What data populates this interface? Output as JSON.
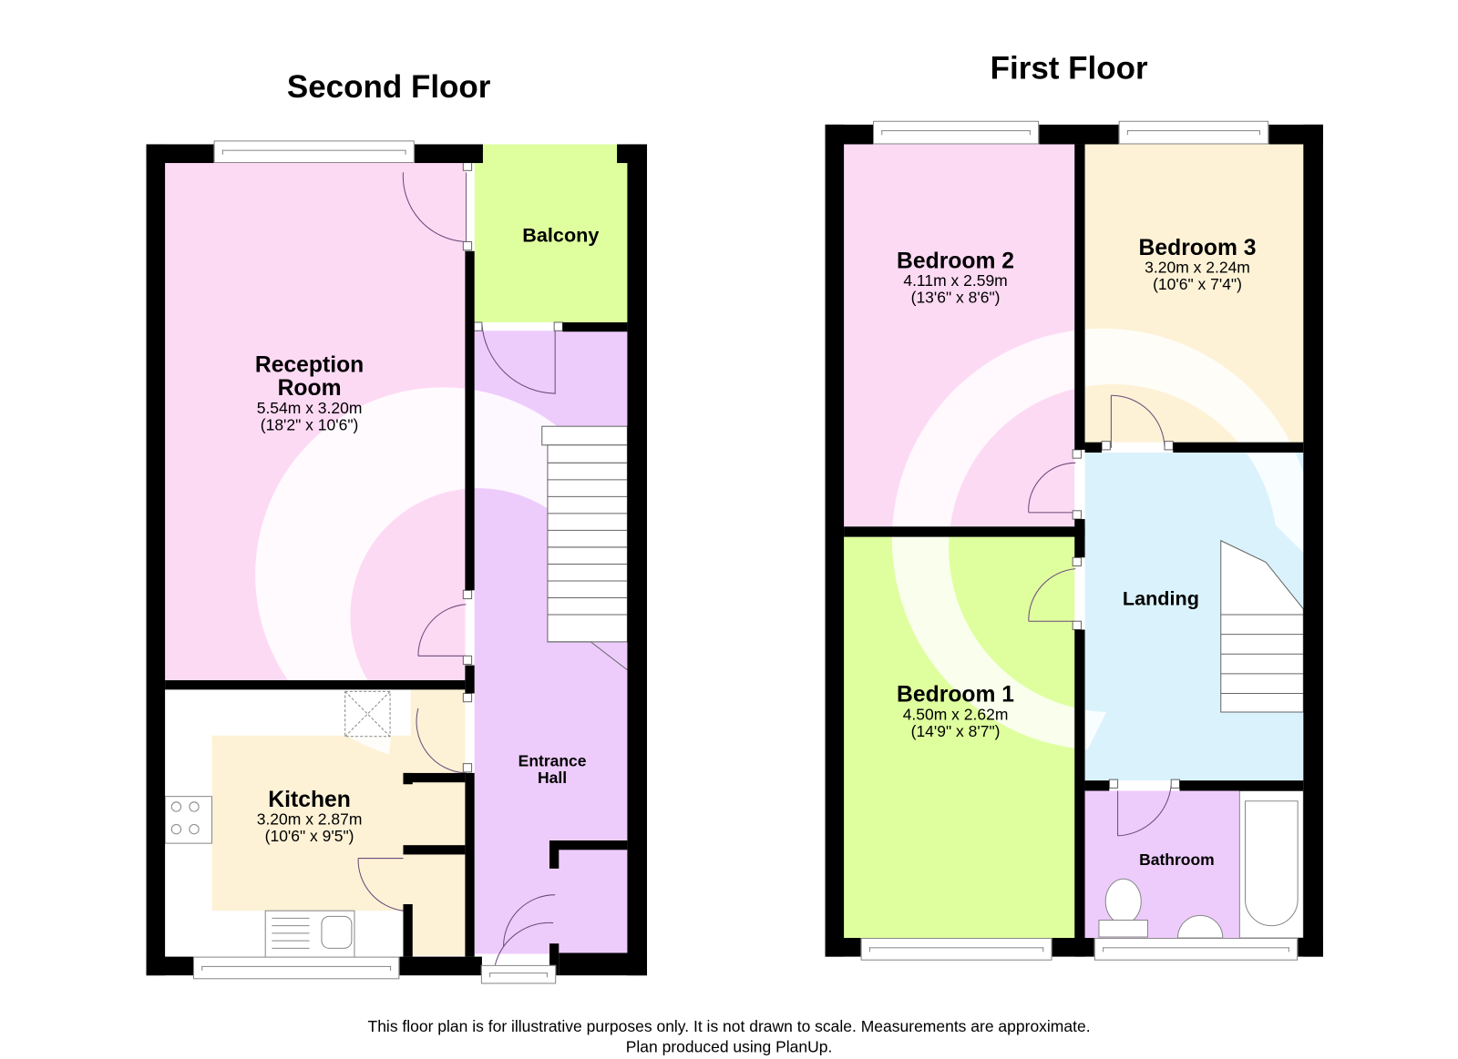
{
  "floors": [
    {
      "title": "Second Floor",
      "rooms": [
        {
          "name": "Reception Room",
          "name_line1": "Reception",
          "name_line2": "Room",
          "metric": "5.54m x 3.20m",
          "imperial": "(18'2\" x 10'6\")",
          "color": "#FDDAF4"
        },
        {
          "name": "Balcony",
          "color": "#DFFF9F"
        },
        {
          "name": "Kitchen",
          "metric": "3.20m x 2.87m",
          "imperial": "(10'6\" x 9'5\")",
          "color": "#FDF2D6"
        },
        {
          "name": "Entrance Hall",
          "name_line1": "Entrance",
          "name_line2": "Hall",
          "color": "#EDCCFB"
        }
      ]
    },
    {
      "title": "First Floor",
      "rooms": [
        {
          "name": "Bedroom 2",
          "metric": "4.11m x 2.59m",
          "imperial": "(13'6\" x 8'6\")",
          "color": "#FDDAF4"
        },
        {
          "name": "Bedroom 3",
          "metric": "3.20m x 2.24m",
          "imperial": "(10'6\" x 7'4\")",
          "color": "#FDF2D6"
        },
        {
          "name": "Landing",
          "color": "#DAF2FC"
        },
        {
          "name": "Bedroom 1",
          "metric": "4.50m x 2.62m",
          "imperial": "(14'9\" x 8'7\")",
          "color": "#DFFF9F"
        },
        {
          "name": "Bathroom",
          "color": "#EDCCFB"
        }
      ]
    }
  ],
  "footer": {
    "disclaimer": "This floor plan is for illustrative purposes only. It is not drawn to scale. Measurements are approximate.",
    "credit": "Plan produced using PlanUp."
  }
}
